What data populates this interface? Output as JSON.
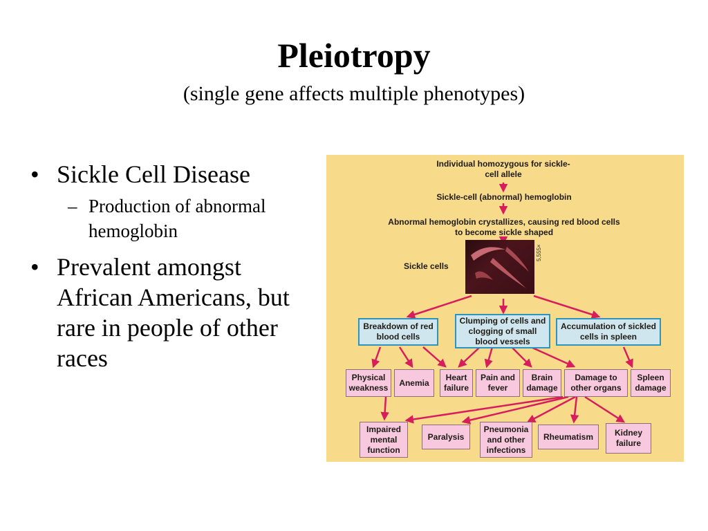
{
  "slide": {
    "title": "Pleiotropy",
    "subtitle": "(single gene affects multiple phenotypes)",
    "bullets": {
      "b1": "Sickle Cell Disease",
      "b1_sub": "Production of abnormal hemoglobin",
      "b2": "Prevalent amongst African Americans, but rare in people of other races",
      "bullet_glyph": "•",
      "dash_glyph": "–"
    }
  },
  "diagram": {
    "step1": "Individual homozygous for sickle-cell allele",
    "step2": "Sickle-cell (abnormal) hemoglobin",
    "step3": "Abnormal hemoglobin crystallizes, causing red blood cells to become sickle shaped",
    "photo_label": "Sickle cells",
    "photo_scale": "5,555×",
    "level1": [
      "Breakdown of red blood cells",
      "Clumping of cells and clogging of small blood vessels",
      "Accumulation of sickled cells in spleen"
    ],
    "level2": [
      "Physical weakness",
      "Anemia",
      "Heart failure",
      "Pain and fever",
      "Brain damage",
      "Damage to other organs",
      "Spleen damage"
    ],
    "level3": [
      "Impaired mental function",
      "Paralysis",
      "Pneumonia and other infections",
      "Rheumatism",
      "Kidney failure"
    ],
    "colors": {
      "background": "#f7db8b",
      "arrow": "#d81d5c",
      "blue_box": "#cfe6ee",
      "blue_border": "#2e93bd",
      "pink_box": "#f7c8de"
    }
  }
}
